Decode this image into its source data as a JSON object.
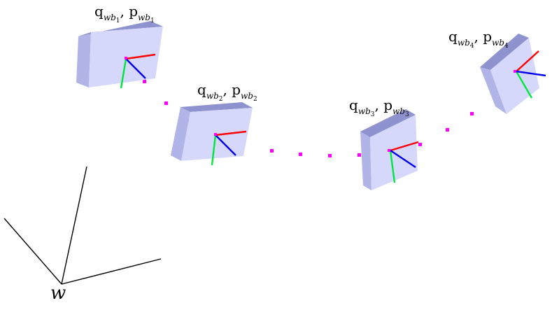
{
  "world_frame": {
    "label": "w"
  },
  "poses": [
    {
      "q": "q",
      "p": "p",
      "sub_main": "wb",
      "sub_index": "1"
    },
    {
      "q": "q",
      "p": "p",
      "sub_main": "wb",
      "sub_index": "2"
    },
    {
      "q": "q",
      "p": "p",
      "sub_main": "wb",
      "sub_index": "3"
    },
    {
      "q": "q",
      "p": "p",
      "sub_main": "wb",
      "sub_index": "4"
    }
  ],
  "colors": {
    "box_front": "#d6d8fb",
    "box_top": "#8e93cf",
    "box_side": "#b1b4e6",
    "axis_x": "#ff0000",
    "axis_y": "#00e640",
    "axis_z": "#0000ee",
    "trajectory": "#ff00ff",
    "world_axes": "#000000"
  }
}
